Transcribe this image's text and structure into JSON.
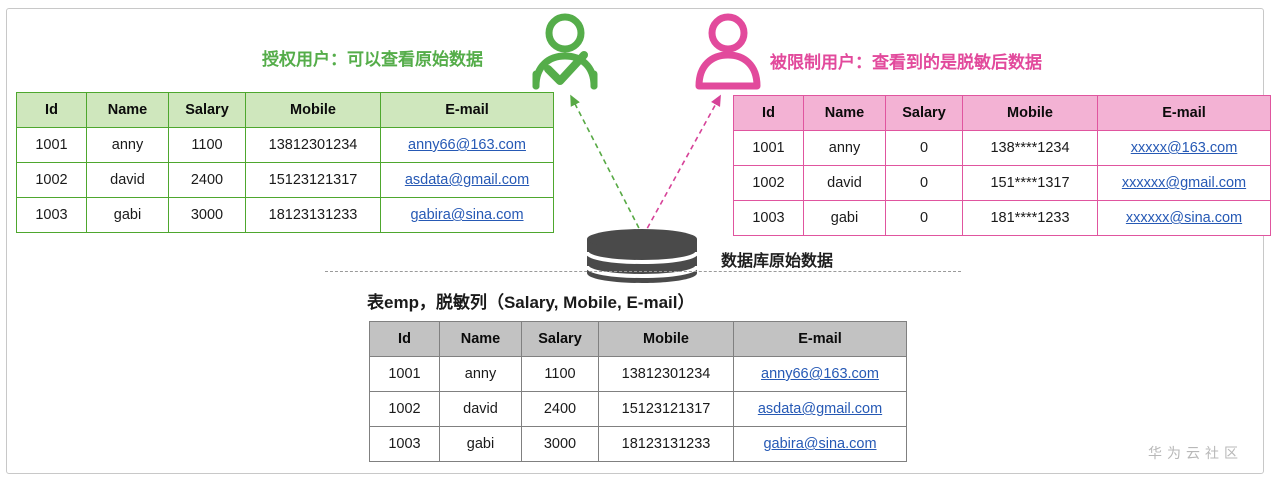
{
  "frame": {
    "border_color": "#c8c8c8"
  },
  "colors": {
    "authorized_green": "#55ad4a",
    "green_border": "#4ea72e",
    "green_header_fill": "#cfe7bd",
    "restricted_pink": "#e24a9c",
    "pink_border": "#e0559f",
    "pink_header_fill": "#f3b2d4",
    "gray_border": "#808080",
    "gray_header_fill": "#c2c2c2",
    "database_fill": "#4a4a4a",
    "link_blue": "#2659b5",
    "watermark_gray": "#b8b8b8"
  },
  "headings": {
    "authorized": "授权用户：可以查看原始数据",
    "restricted": "被限制用户：查看到的是脱敏后数据"
  },
  "icons": {
    "authorized_user": "user-check-icon",
    "restricted_user": "user-icon",
    "database": "database-cylinder-icon",
    "arrow_authorized": "dashed-arrow-green-icon",
    "arrow_restricted": "dashed-arrow-pink-icon"
  },
  "labels": {
    "database": "数据库原始数据",
    "source_table_caption": "表emp，脱敏列（Salary, Mobile, E-mail）"
  },
  "columns": [
    "Id",
    "Name",
    "Salary",
    "Mobile",
    "E-mail"
  ],
  "tables": {
    "authorized": {
      "name": "authorized-user-table",
      "columns": [
        "Id",
        "Name",
        "Salary",
        "Mobile",
        "E-mail"
      ],
      "rows": [
        [
          "1001",
          "anny",
          "1100",
          "13812301234",
          "anny66@163.com"
        ],
        [
          "1002",
          "david",
          "2400",
          "15123121317",
          "asdata@gmail.com"
        ],
        [
          "1003",
          "gabi",
          "3000",
          "18123131233",
          "gabira@sina.com"
        ]
      ]
    },
    "restricted": {
      "name": "restricted-user-table",
      "columns": [
        "Id",
        "Name",
        "Salary",
        "Mobile",
        "E-mail"
      ],
      "rows": [
        [
          "1001",
          "anny",
          "0",
          "138****1234",
          "xxxxx@163.com"
        ],
        [
          "1002",
          "david",
          "0",
          "151****1317",
          "xxxxxx@gmail.com"
        ],
        [
          "1003",
          "gabi",
          "0",
          "181****1233",
          "xxxxxx@sina.com"
        ]
      ]
    },
    "source": {
      "name": "source-database-table",
      "columns": [
        "Id",
        "Name",
        "Salary",
        "Mobile",
        "E-mail"
      ],
      "rows": [
        [
          "1001",
          "anny",
          "1100",
          "13812301234",
          "anny66@163.com"
        ],
        [
          "1002",
          "david",
          "2400",
          "15123121317",
          "asdata@gmail.com"
        ],
        [
          "1003",
          "gabi",
          "3000",
          "18123131233",
          "gabira@sina.com"
        ]
      ]
    }
  },
  "watermark": "华为云社区"
}
